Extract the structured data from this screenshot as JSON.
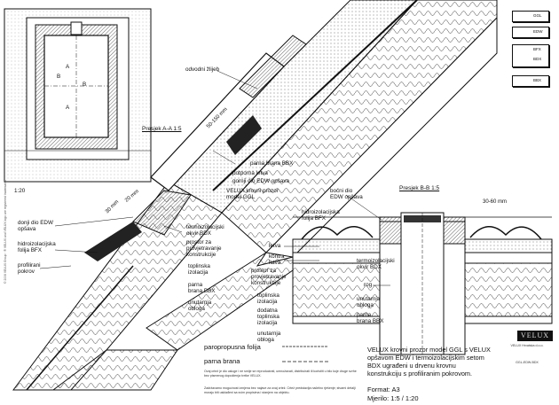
{
  "products": [
    {
      "code": "GGL",
      "sub": "——"
    },
    {
      "code": "EDW",
      "sub": "——"
    },
    {
      "code": "BFX",
      "sub": ""
    },
    {
      "code": "BDX",
      "sub": ""
    },
    {
      "code": "BBX",
      "sub": ""
    }
  ],
  "inset": {
    "scale": "1:20",
    "letters": [
      "A",
      "A",
      "B",
      "B"
    ]
  },
  "sections": {
    "aa": "Presjek A-A 1:5",
    "bb": "Presjek B-B 1:5"
  },
  "dims": {
    "d1": "50-150 mm",
    "d2": "30 mm",
    "d3": "20 mm",
    "d4": "30-60 mm"
  },
  "labels": {
    "odvodni": "odvodni žlijeb",
    "parna_bbx_top": "parna brana BBX",
    "potporna": "potporna letva",
    "gornji1": "gornji dio EDW opšava",
    "velux1": "VELUX krovni prozor",
    "velux2": "model GGL",
    "donji1": "donji dio EDW",
    "donji2": "opšava",
    "hidro1": "hidroizolacijska",
    "hidro2": "folija BFX",
    "prof1": "profilirani",
    "prof2": "pokrov",
    "termo1": "termoizolacijski",
    "termo2": "okvir BDX",
    "prostor1": "prostor za",
    "prostor2": "provjetravanje",
    "prostor3": "konstrukcije",
    "toplinska1": "toplinska",
    "toplinska2": "izolacija",
    "parna1": "parna",
    "parna2": "brana BBX",
    "unut1": "unutarnja",
    "unut2": "obloga",
    "bocni1": "bočni dio",
    "bocni2": "EDW opšava",
    "bb_hidro1": "hidroizolacijska",
    "bb_hidro2": "folija BFX",
    "letva": "letva",
    "kontra1": "kontra",
    "kontra2": "letva",
    "bb_prostor1": "prostor za",
    "bb_prostor2": "provjetravanje",
    "bb_prostor3": "konstrukcije",
    "bb_termo1": "termoizolacijski",
    "bb_termo2": "okvir BDX",
    "rog": "rog",
    "bb_unut1": "unutarnja",
    "bb_unut2": "obloga",
    "bb_parna1": "parna",
    "bb_parna2": "brana BBX",
    "bb_top1": "toplinska",
    "bb_top2": "izolacija",
    "dodatna1": "dodatna",
    "dodatna2": "toplinska",
    "dodatna3": "izolacija",
    "bb_unut3": "unutarnja",
    "bb_unut4": "obloga"
  },
  "legend": {
    "paro": "paropropusna folija",
    "parna": "parna brana"
  },
  "notes": {
    "n1": "Ovaj crtež je dio usluge i ne smije se reproducirati, umnožavati, distribuirati ili koristiti u bilo koje druge svrhe bez pismenog dopuštenja tvrtke VELUX.",
    "n2": "Zadržavamo mogućnost izmjena bez najave za ovaj crtež. Crtež predstavlja načelno rješenje; stvarni detalji moraju biti usklađeni sa svim propisima i stanjem na objektu."
  },
  "title": {
    "text": "VELUX krovni prozor model GGL s VELUX opšavom EDW i termoizolacijskim setom BDX ugrađeni u drvenu krovnu konstrukciju s profiliranim pokrovom.",
    "format": "Format: A3",
    "scale": "Mjerilo: 1:5 / 1:20",
    "logo": "VELUX",
    "company": "VELUX Hrvatska d.o.o.",
    "code": "GGL-EDW-BDX"
  },
  "side_text": "© 2006 VELUX Group · ® VELUX and VELUX logo are registered trademarks"
}
